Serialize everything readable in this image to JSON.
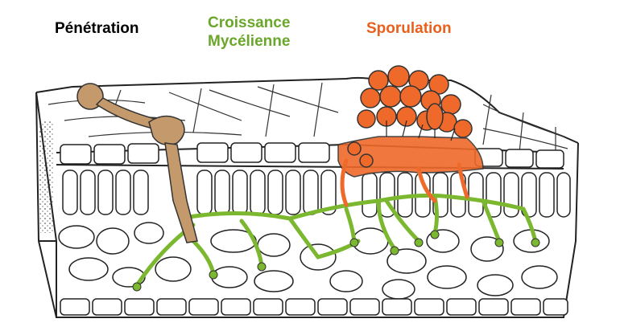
{
  "labels": {
    "penetration": "Pénétration",
    "mycelial_growth_line1": "Croissance",
    "mycelial_growth_line2": "Mycélienne",
    "sporulation": "Sporulation"
  },
  "colors": {
    "penetration": "#c49a6c",
    "mycelium": "#7cb82f",
    "sporulation": "#ef6a2a",
    "outline": "#222222",
    "label_mycelium": "#6aa62a",
    "label_sporulation": "#e8601c"
  }
}
